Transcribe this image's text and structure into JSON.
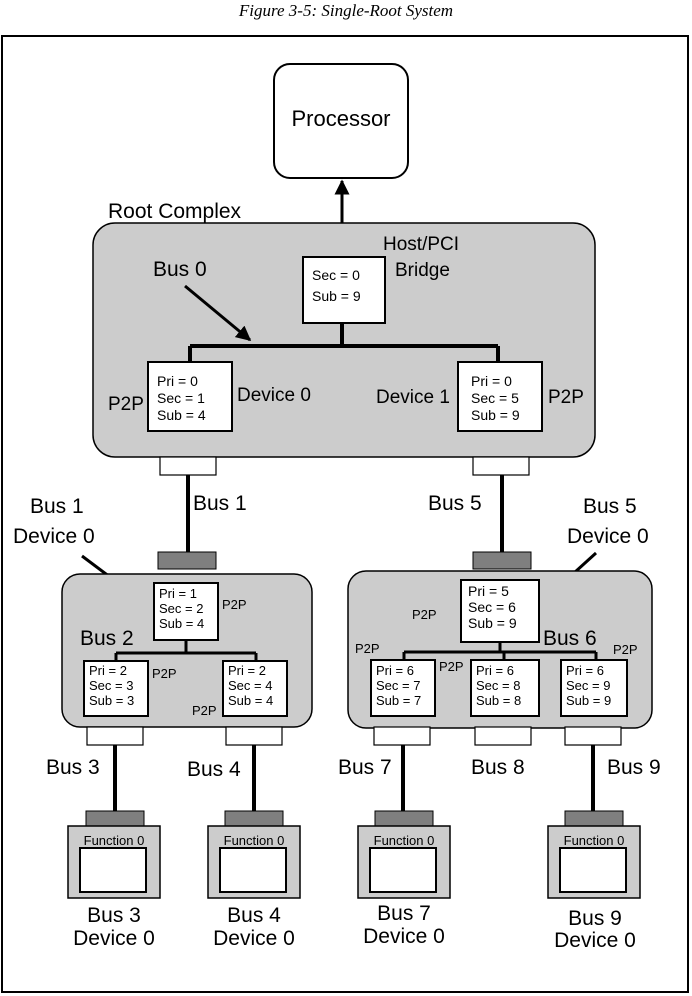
{
  "caption": "Figure 3-5: Single-Root System",
  "processor": "Processor",
  "root_complex": "Root Complex",
  "host_bridge": {
    "title_1": "Host/PCI",
    "title_2": "Bridge",
    "sec": "Sec = 0",
    "sub": "Sub = 9"
  },
  "bus0_label": "Bus 0",
  "rc_bridges": [
    {
      "pri": "Pri = 0",
      "sec": "Sec = 1",
      "sub": "Sub = 4",
      "device": "Device 0",
      "type": "P2P"
    },
    {
      "pri": "Pri = 0",
      "sec": "Sec = 5",
      "sub": "Sub = 9",
      "device": "Device 1",
      "type": "P2P"
    }
  ],
  "links": {
    "bus1": "Bus 1",
    "bus5": "Bus 5"
  },
  "callouts": {
    "left_1": "Bus 1",
    "left_2": "Device 0",
    "right_1": "Bus 5",
    "right_2": "Device 0"
  },
  "switch_left": {
    "upstream": {
      "pri": "Pri = 1",
      "sec": "Sec = 2",
      "sub": "Sub = 4",
      "type": "P2P"
    },
    "bus": "Bus 2",
    "down": [
      {
        "pri": "Pri = 2",
        "sec": "Sec = 3",
        "sub": "Sub = 3",
        "type": "P2P"
      },
      {
        "pri": "Pri = 2",
        "sec": "Sec = 4",
        "sub": "Sub = 4",
        "type": "P2P"
      }
    ]
  },
  "switch_right": {
    "upstream": {
      "pri": "Pri = 5",
      "sec": "Sec = 6",
      "sub": "Sub = 9",
      "type": "P2P"
    },
    "bus": "Bus 6",
    "down": [
      {
        "pri": "Pri = 6",
        "sec": "Sec = 7",
        "sub": "Sub = 7",
        "type": "P2P"
      },
      {
        "pri": "Pri = 6",
        "sec": "Sec = 8",
        "sub": "Sub = 8",
        "type": "P2P"
      },
      {
        "pri": "Pri = 6",
        "sec": "Sec = 9",
        "sub": "Sub = 9",
        "type": "P2P"
      }
    ]
  },
  "bottom_buses": [
    "Bus 3",
    "Bus 4",
    "Bus 7",
    "Bus 8",
    "Bus 9"
  ],
  "endpoints": [
    {
      "function": "Function 0",
      "bus": "Bus 3",
      "device": "Device 0"
    },
    {
      "function": "Function 0",
      "bus": "Bus 4",
      "device": "Device 0"
    },
    {
      "function": "Function 0",
      "bus": "Bus 7",
      "device": "Device 0"
    },
    {
      "function": "Function 0",
      "bus": "Bus 9",
      "device": "Device 0"
    }
  ]
}
